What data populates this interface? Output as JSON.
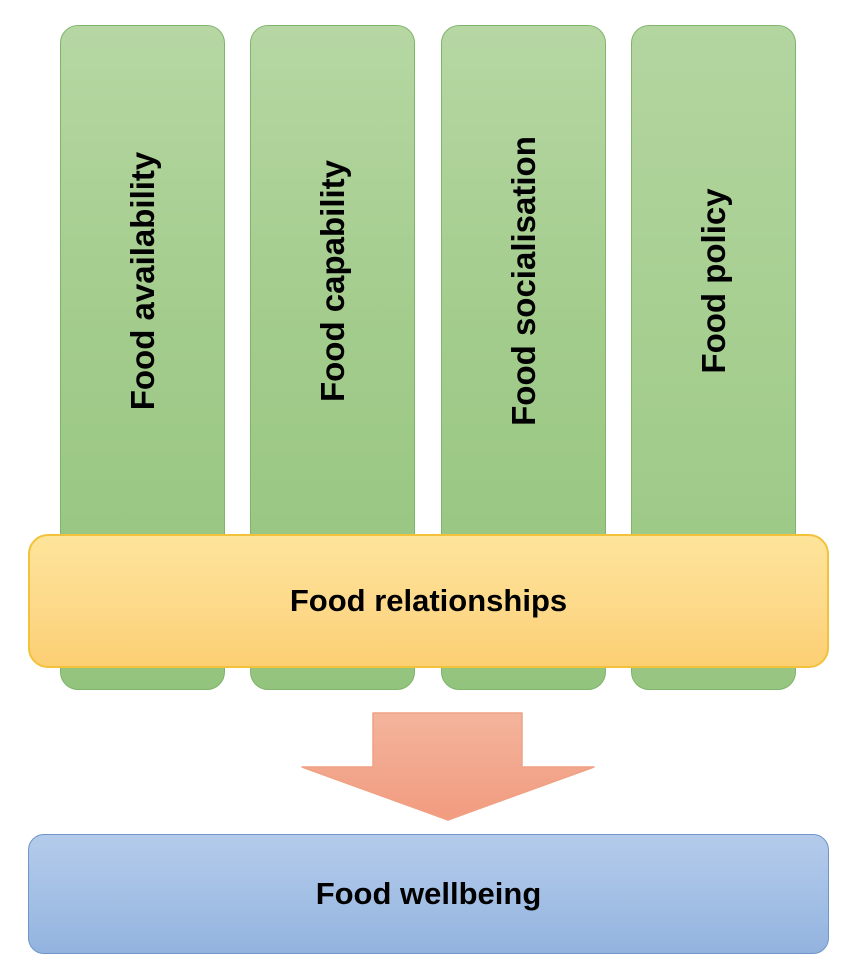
{
  "diagram": {
    "pillars": [
      {
        "label": "Food availability"
      },
      {
        "label": "Food capability"
      },
      {
        "label": "Food socialisation"
      },
      {
        "label": "Food policy"
      }
    ],
    "band": {
      "label": "Food relationships"
    },
    "result": {
      "label": "Food wellbeing"
    },
    "arrow_icon": "down-arrow-icon",
    "colors": {
      "pillar_fill": "#a3cc8c",
      "pillar_border": "#7fb46a",
      "band_fill": "#fdd98a",
      "band_border": "#f2c23a",
      "arrow_fill": "#f4a98e",
      "result_fill": "#a4c0e5",
      "result_border": "#6f95c9"
    }
  }
}
